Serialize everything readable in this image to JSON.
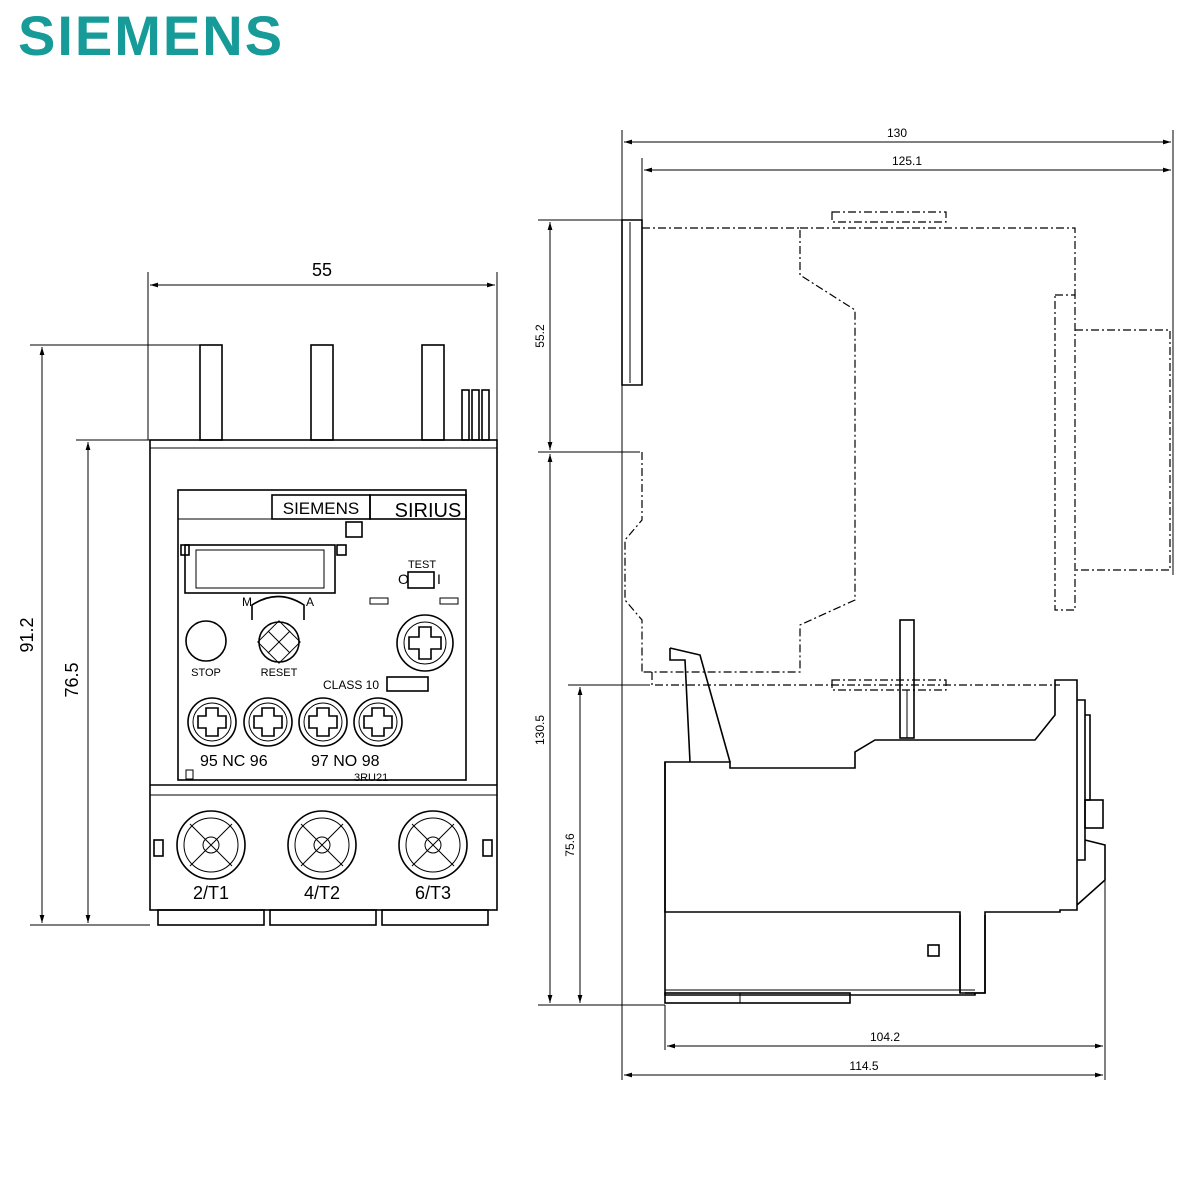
{
  "brand": {
    "logo_text": "SIEMENS",
    "logo_color": "#169b99"
  },
  "front_view": {
    "width_dim": "55",
    "height_total_dim": "91.2",
    "height_body_dim": "76.5",
    "nameplate_brand": "SIEMENS",
    "nameplate_series": "SIRIUS",
    "test_label": "TEST",
    "test_off": "O",
    "test_on": "I",
    "mode_manual": "M",
    "mode_auto": "A",
    "stop_label": "STOP",
    "reset_label": "RESET",
    "class_label": "CLASS 10",
    "aux_contacts_left": "95 NC 96",
    "aux_contacts_right": "97 NO 98",
    "model_code": "3RU21",
    "terminals": [
      "2/T1",
      "4/T2",
      "6/T3"
    ]
  },
  "side_view": {
    "depth_total_dim": "130",
    "depth_inner_dim": "125.1",
    "upper_height_dim": "55.2",
    "total_height_dim": "130.5",
    "lower_height_dim": "75.6",
    "bottom_depth_inner_dim": "104.2",
    "bottom_depth_total_dim": "114.5"
  }
}
